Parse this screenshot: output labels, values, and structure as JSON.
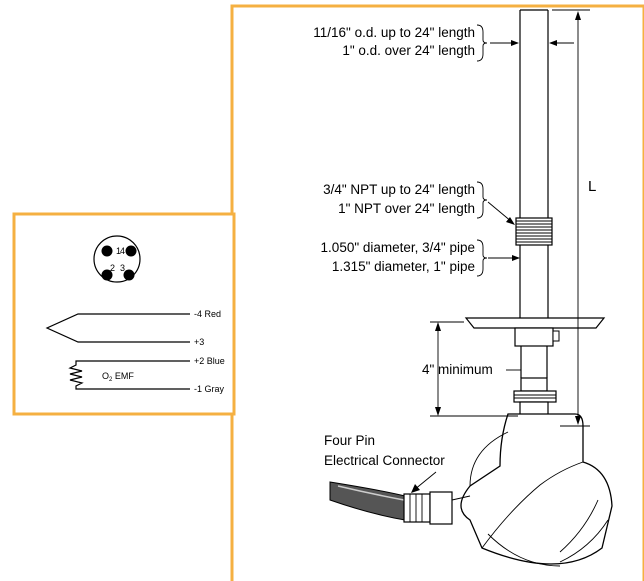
{
  "colors": {
    "frame": "#f5b041",
    "ink": "#000000",
    "cable": "#555555"
  },
  "icons": [
    "connector-pin-face-icon",
    "thermocouple-junction-icon",
    "resistor-zigzag-icon"
  ],
  "labels": {
    "od_line1": "11/16\" o.d. up to 24\" length",
    "od_line2": "1\" o.d. over 24\" length",
    "length": "L",
    "npt_line1": "3/4\" NPT up to 24\" length",
    "npt_line2": "1\" NPT over 24\" length",
    "pipe_line1": "1.050\" diameter, 3/4\" pipe",
    "pipe_line2": "1.315\" diameter, 1\" pipe",
    "minimum": "4\" minimum",
    "connector_line1": "Four Pin",
    "connector_line2": "Electrical Connector"
  },
  "wiring": {
    "pins": [
      "1",
      "4",
      "2",
      "3"
    ],
    "red": "-4 Red",
    "plus3": "+3",
    "blue": "+2 Blue",
    "gray": "-1 Gray",
    "emf_prefix": "O",
    "emf_sub": "2",
    "emf_suffix": " EMF"
  }
}
